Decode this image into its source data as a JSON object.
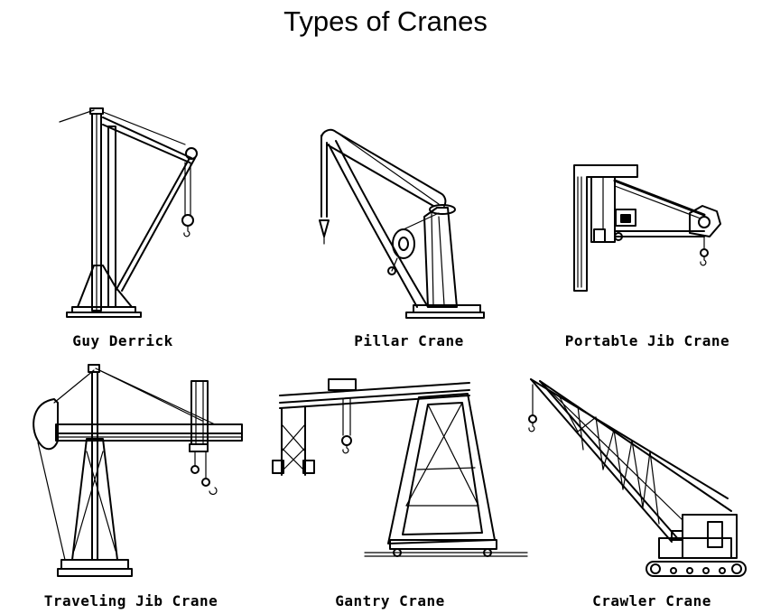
{
  "title": "Types of Cranes",
  "cranes": [
    {
      "label": "Guy Derrick"
    },
    {
      "label": "Pillar Crane"
    },
    {
      "label": "Portable Jib Crane"
    },
    {
      "label": "Traveling Jib Crane"
    },
    {
      "label": "Gantry Crane"
    },
    {
      "label": "Crawler Crane"
    }
  ]
}
